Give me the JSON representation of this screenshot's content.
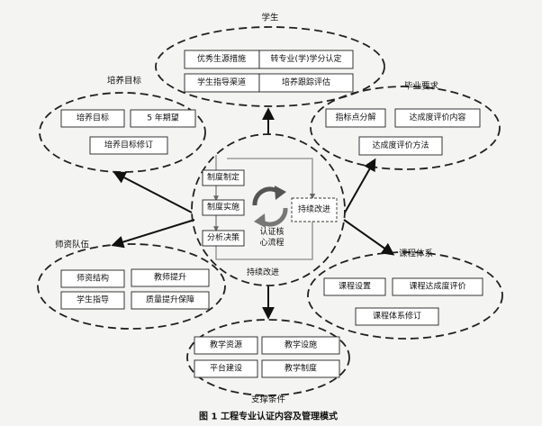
{
  "groups": {
    "student": {
      "label": "学生",
      "items": [
        "优秀生源措施",
        "转专业(学)学分认定",
        "学生指导渠道",
        "培养跟踪评估"
      ]
    },
    "objectives": {
      "label": "培养目标",
      "items": [
        "培养目标",
        "5 年期望",
        "培养目标修订"
      ]
    },
    "graduation": {
      "label": "毕业要求",
      "items": [
        "指标点分解",
        "达成度评价内容",
        "达成度评价方法"
      ]
    },
    "faculty": {
      "label": "师资队伍",
      "items": [
        "师资结构",
        "教师提升",
        "学生指导",
        "质量提升保障"
      ]
    },
    "curriculum": {
      "label": "课程体系",
      "items": [
        "课程设置",
        "课程达成度评价",
        "课程体系修订"
      ]
    },
    "support": {
      "label": "支撑条件",
      "items": [
        "教学资源",
        "教学设施",
        "平台建设",
        "教学制度"
      ]
    }
  },
  "core": {
    "steps": [
      "制度制定",
      "制度实施",
      "分析决策"
    ],
    "cycle_label_line1": "认证核",
    "cycle_label_line2": "心流程",
    "improve_box": "持续改进",
    "bottom_label": "持续改进"
  },
  "caption": "图 1   工程专业认证内容及管理模式"
}
